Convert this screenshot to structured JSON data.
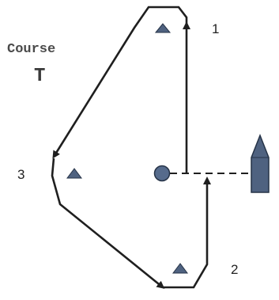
{
  "course": {
    "title": "Course",
    "code": "T"
  },
  "marks": [
    {
      "number": "1"
    },
    {
      "number": "2"
    },
    {
      "number": "3"
    }
  ],
  "colors": {
    "course_line": "#1f1f1f",
    "mark_fill": "#4f6280",
    "committee_boat_fill": "#4f6280",
    "pin_buoy_fill": "#566b8c",
    "start_line_dash": "#1f1f1f",
    "label_text": "#222222"
  }
}
